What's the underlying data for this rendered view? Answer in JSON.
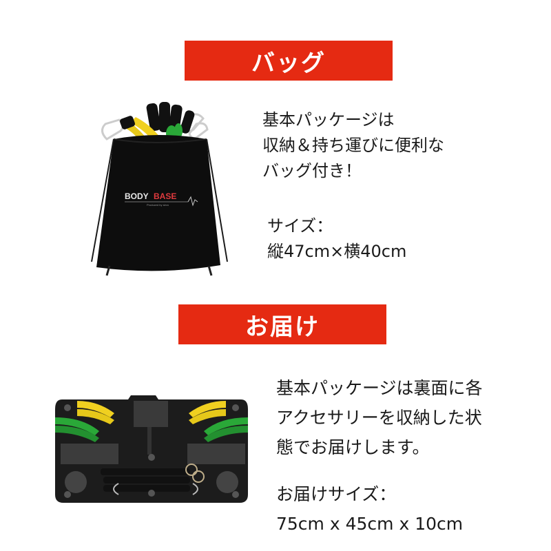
{
  "sections": {
    "bag": {
      "banner_title": "バッグ",
      "description_lines": [
        "基本パッケージは",
        "収納＆持ち運びに便利な",
        "バッグ付き！"
      ],
      "size_label": "サイズ：",
      "size_value": "縦47cm×横40cm",
      "image": {
        "type": "drawstring-bag-photo",
        "logo_text_white": "BODY",
        "logo_text_red": "BASE",
        "logo_subtext": "Produced by sirvo"
      }
    },
    "delivery": {
      "banner_title": "お届け",
      "description_lines": [
        "基本パッケージは裏面に各",
        "アクセサリーを収納した状",
        "態でお届けします。"
      ],
      "size_label": "お届けサイズ：",
      "size_value": "75cm x 45cm x 10cm",
      "image": {
        "type": "board-underside-photo"
      }
    }
  },
  "colors": {
    "banner_red": "#e52a12",
    "text": "#1a1a1a",
    "logo_red": "#e03a3e",
    "band_yellow": "#f0d020",
    "band_green": "#2aa838"
  }
}
